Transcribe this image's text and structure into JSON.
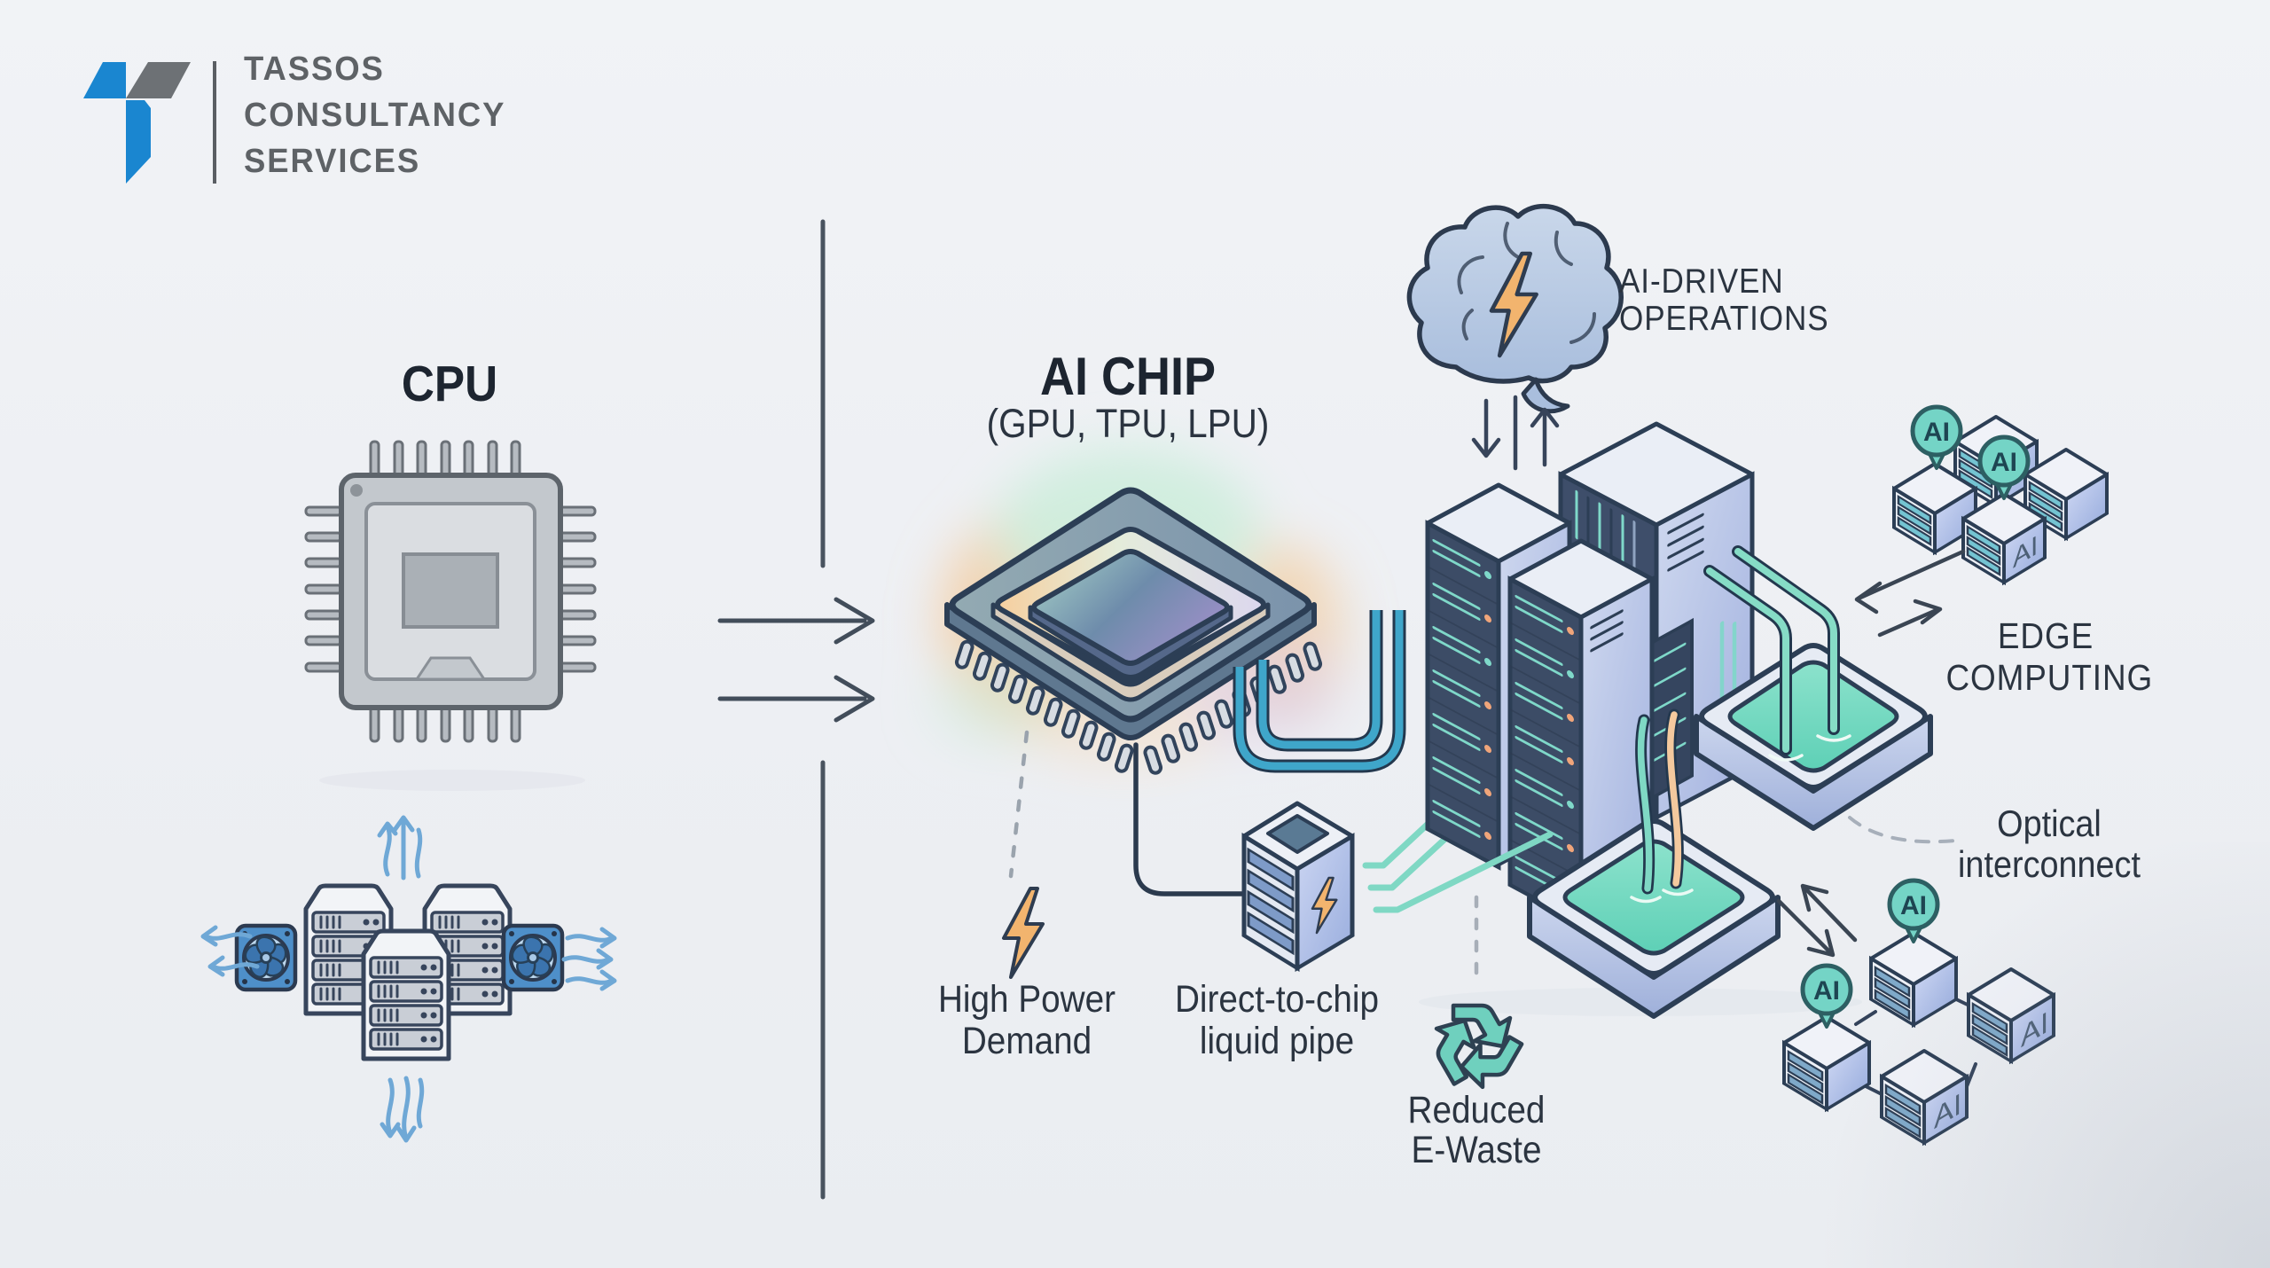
{
  "brand": {
    "line1": "TASSOS",
    "line2": "CONSULTANCY",
    "line3": "SERVICES",
    "logo_blue": "#1a86d0",
    "logo_gray": "#6d7175"
  },
  "left_panel": {
    "cpu_title": "CPU"
  },
  "center_panel": {
    "ai_chip_title": "AI CHIP",
    "ai_chip_subtitle": "(GPU, TPU, LPU)",
    "high_power": [
      "High Power",
      "Demand"
    ],
    "liquid_pipe": [
      "Direct-to-chip",
      "liquid pipe"
    ]
  },
  "right_panel": {
    "ai_driven": [
      "AI-DRIVEN",
      "OPERATIONS"
    ],
    "edge": [
      "EDGE",
      "COMPUTING"
    ],
    "optical": [
      "Optical",
      "interconnect"
    ],
    "ewaste": [
      "Reduced",
      "E-Waste"
    ]
  },
  "icons": {
    "ai_badge_label": "AI"
  },
  "colors": {
    "background": "#edeff3",
    "outline_navy": "#2c3e55",
    "panel_navy": "#3c4c66",
    "face_lavender": "#bfcaea",
    "teal": "#7fd8c4",
    "liquid_teal": "#6fd8bf",
    "pipe_blue": "#3fa6ca",
    "accent_orange": "#f2b46e",
    "airflow_blue": "#6fa8d6",
    "fan_blue": "#4e8fc9",
    "badge_teal": "#74d4c6",
    "text_dark": "#2b3440"
  }
}
